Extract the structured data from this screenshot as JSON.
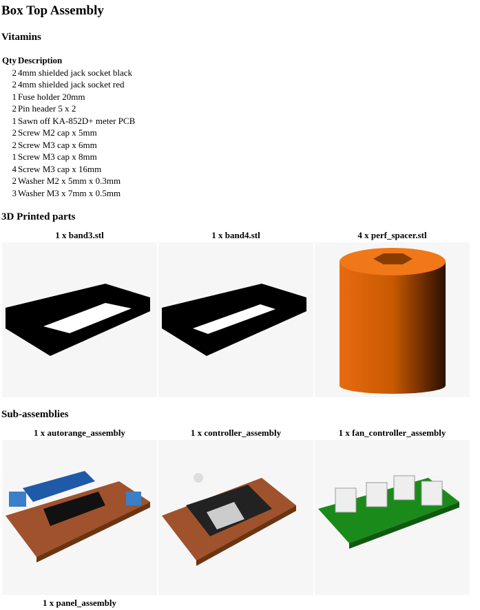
{
  "title": "Box Top Assembly",
  "vitamins": {
    "heading": "Vitamins",
    "col_qty": "Qty",
    "col_desc": "Description",
    "rows": [
      {
        "qty": "2",
        "desc": "4mm shielded jack socket black"
      },
      {
        "qty": "2",
        "desc": "4mm shielded jack socket red"
      },
      {
        "qty": "1",
        "desc": "Fuse holder 20mm"
      },
      {
        "qty": "2",
        "desc": "Pin header 5 x 2"
      },
      {
        "qty": "1",
        "desc": "Sawn off KA-852D+ meter PCB"
      },
      {
        "qty": "2",
        "desc": "Screw M2 cap x 5mm"
      },
      {
        "qty": "2",
        "desc": "Screw M3 cap x 6mm"
      },
      {
        "qty": "1",
        "desc": "Screw M3 cap x 8mm"
      },
      {
        "qty": "4",
        "desc": "Screw M3 cap x 16mm"
      },
      {
        "qty": "2",
        "desc": "Washer M2 x 5mm x 0.3mm"
      },
      {
        "qty": "3",
        "desc": "Washer M3 x 7mm x 0.5mm"
      }
    ]
  },
  "printed": {
    "heading": "3D Printed parts",
    "items": [
      {
        "label": "1 x band3.stl"
      },
      {
        "label": "1 x band4.stl"
      },
      {
        "label": "4 x perf_spacer.stl"
      }
    ]
  },
  "subassemblies": {
    "heading": "Sub-assemblies",
    "items": [
      {
        "label": "1 x autorange_assembly"
      },
      {
        "label": "1 x controller_assembly"
      },
      {
        "label": "1 x fan_controller_assembly"
      },
      {
        "label": "1 x panel_assembly"
      }
    ]
  }
}
